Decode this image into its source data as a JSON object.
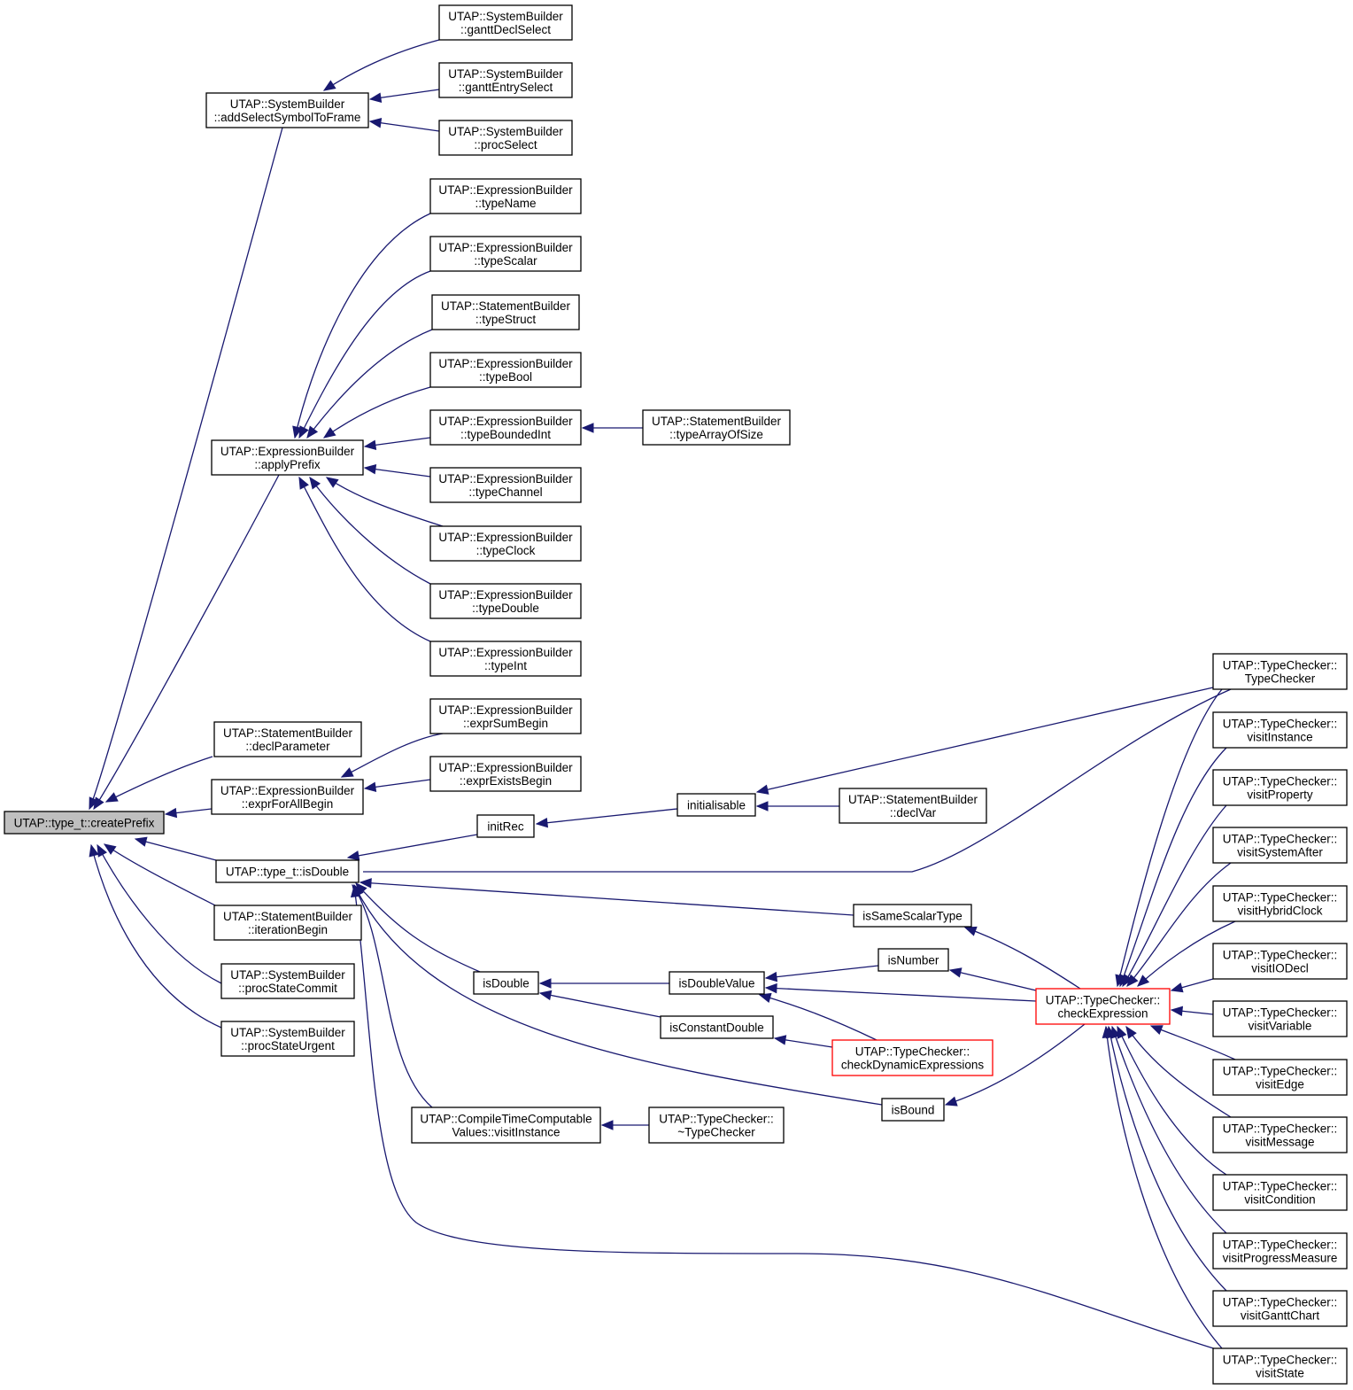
{
  "diagram": {
    "colors": {
      "edge": "#191970",
      "node_border": "#000000",
      "node_border_truncated": "#ff0000",
      "root_fill": "#bfbfbf",
      "node_fill": "#ffffff"
    },
    "nodes": {
      "createPrefix": [
        "UTAP::type_t::createPrefix"
      ],
      "addSelectSymbolToFrame": [
        "UTAP::SystemBuilder",
        "::addSelectSymbolToFrame"
      ],
      "ganttDeclSelect": [
        "UTAP::SystemBuilder",
        "::ganttDeclSelect"
      ],
      "ganttEntrySelect": [
        "UTAP::SystemBuilder",
        "::ganttEntrySelect"
      ],
      "procSelect": [
        "UTAP::SystemBuilder",
        "::procSelect"
      ],
      "applyPrefix": [
        "UTAP::ExpressionBuilder",
        "::applyPrefix"
      ],
      "typeName": [
        "UTAP::ExpressionBuilder",
        "::typeName"
      ],
      "typeScalar": [
        "UTAP::ExpressionBuilder",
        "::typeScalar"
      ],
      "typeStruct": [
        "UTAP::StatementBuilder",
        "::typeStruct"
      ],
      "typeBool": [
        "UTAP::ExpressionBuilder",
        "::typeBool"
      ],
      "typeBoundedInt": [
        "UTAP::ExpressionBuilder",
        "::typeBoundedInt"
      ],
      "typeArrayOfSize": [
        "UTAP::StatementBuilder",
        "::typeArrayOfSize"
      ],
      "typeChannel": [
        "UTAP::ExpressionBuilder",
        "::typeChannel"
      ],
      "typeClock": [
        "UTAP::ExpressionBuilder",
        "::typeClock"
      ],
      "typeDouble": [
        "UTAP::ExpressionBuilder",
        "::typeDouble"
      ],
      "typeInt": [
        "UTAP::ExpressionBuilder",
        "::typeInt"
      ],
      "declParameter": [
        "UTAP::StatementBuilder",
        "::declParameter"
      ],
      "exprForAllBegin": [
        "UTAP::ExpressionBuilder",
        "::exprForAllBegin"
      ],
      "exprSumBegin": [
        "UTAP::ExpressionBuilder",
        "::exprSumBegin"
      ],
      "exprExistsBegin": [
        "UTAP::ExpressionBuilder",
        "::exprExistsBegin"
      ],
      "isDoubleT": [
        "UTAP::type_t::isDouble"
      ],
      "iterationBegin": [
        "UTAP::StatementBuilder",
        "::iterationBegin"
      ],
      "procStateCommit": [
        "UTAP::SystemBuilder",
        "::procStateCommit"
      ],
      "procStateUrgent": [
        "UTAP::SystemBuilder",
        "::procStateUrgent"
      ],
      "initRec": [
        "initRec"
      ],
      "initialisable": [
        "initialisable"
      ],
      "declVar": [
        "UTAP::StatementBuilder",
        "::declVar"
      ],
      "isSameScalarType": [
        "isSameScalarType"
      ],
      "isDouble": [
        "isDouble"
      ],
      "isDoubleValue": [
        "isDoubleValue"
      ],
      "isNumber": [
        "isNumber"
      ],
      "isConstantDouble": [
        "isConstantDouble"
      ],
      "checkDynamicExpressions": [
        "UTAP::TypeChecker::",
        "checkDynamicExpressions"
      ],
      "isBound": [
        "isBound"
      ],
      "ctcVisitInstance": [
        "UTAP::CompileTimeComputable",
        "Values::visitInstance"
      ],
      "tcDestructor": [
        "UTAP::TypeChecker::",
        "~TypeChecker"
      ],
      "checkExpression": [
        "UTAP::TypeChecker::",
        "checkExpression"
      ],
      "tcTypeChecker": [
        "UTAP::TypeChecker::",
        "TypeChecker"
      ],
      "visitInstance": [
        "UTAP::TypeChecker::",
        "visitInstance"
      ],
      "visitProperty": [
        "UTAP::TypeChecker::",
        "visitProperty"
      ],
      "visitSystemAfter": [
        "UTAP::TypeChecker::",
        "visitSystemAfter"
      ],
      "visitHybridClock": [
        "UTAP::TypeChecker::",
        "visitHybridClock"
      ],
      "visitIODecl": [
        "UTAP::TypeChecker::",
        "visitIODecl"
      ],
      "visitVariable": [
        "UTAP::TypeChecker::",
        "visitVariable"
      ],
      "visitEdge": [
        "UTAP::TypeChecker::",
        "visitEdge"
      ],
      "visitMessage": [
        "UTAP::TypeChecker::",
        "visitMessage"
      ],
      "visitCondition": [
        "UTAP::TypeChecker::",
        "visitCondition"
      ],
      "visitProgressMeasure": [
        "UTAP::TypeChecker::",
        "visitProgressMeasure"
      ],
      "visitGanttChart": [
        "UTAP::TypeChecker::",
        "visitGanttChart"
      ],
      "visitState": [
        "UTAP::TypeChecker::",
        "visitState"
      ]
    },
    "edges": [
      [
        "addSelectSymbolToFrame",
        "createPrefix"
      ],
      [
        "applyPrefix",
        "createPrefix"
      ],
      [
        "declParameter",
        "createPrefix"
      ],
      [
        "exprForAllBegin",
        "createPrefix"
      ],
      [
        "isDoubleT",
        "createPrefix"
      ],
      [
        "iterationBegin",
        "createPrefix"
      ],
      [
        "procStateCommit",
        "createPrefix"
      ],
      [
        "procStateUrgent",
        "createPrefix"
      ],
      [
        "ganttDeclSelect",
        "addSelectSymbolToFrame"
      ],
      [
        "ganttEntrySelect",
        "addSelectSymbolToFrame"
      ],
      [
        "procSelect",
        "addSelectSymbolToFrame"
      ],
      [
        "typeName",
        "applyPrefix"
      ],
      [
        "typeScalar",
        "applyPrefix"
      ],
      [
        "typeStruct",
        "applyPrefix"
      ],
      [
        "typeBool",
        "applyPrefix"
      ],
      [
        "typeBoundedInt",
        "applyPrefix"
      ],
      [
        "typeChannel",
        "applyPrefix"
      ],
      [
        "typeClock",
        "applyPrefix"
      ],
      [
        "typeDouble",
        "applyPrefix"
      ],
      [
        "typeInt",
        "applyPrefix"
      ],
      [
        "typeArrayOfSize",
        "typeBoundedInt"
      ],
      [
        "exprSumBegin",
        "exprForAllBegin"
      ],
      [
        "exprExistsBegin",
        "exprForAllBegin"
      ],
      [
        "initRec",
        "isDoubleT"
      ],
      [
        "tcTypeChecker",
        "isDoubleT"
      ],
      [
        "isSameScalarType",
        "isDoubleT"
      ],
      [
        "isDouble",
        "isDoubleT"
      ],
      [
        "isBound",
        "isDoubleT"
      ],
      [
        "ctcVisitInstance",
        "isDoubleT"
      ],
      [
        "visitState",
        "isDoubleT"
      ],
      [
        "initialisable",
        "initRec"
      ],
      [
        "tcTypeChecker",
        "initialisable"
      ],
      [
        "declVar",
        "initialisable"
      ],
      [
        "isDoubleValue",
        "isDouble"
      ],
      [
        "isConstantDouble",
        "isDouble"
      ],
      [
        "isNumber",
        "isDoubleValue"
      ],
      [
        "checkExpression",
        "isDoubleValue"
      ],
      [
        "checkDynamicExpressions",
        "isDoubleValue"
      ],
      [
        "checkDynamicExpressions",
        "isConstantDouble"
      ],
      [
        "checkExpression",
        "isNumber"
      ],
      [
        "checkExpression",
        "isSameScalarType"
      ],
      [
        "checkExpression",
        "isBound"
      ],
      [
        "tcDestructor",
        "ctcVisitInstance"
      ],
      [
        "tcTypeChecker",
        "checkExpression"
      ],
      [
        "visitInstance",
        "checkExpression"
      ],
      [
        "visitProperty",
        "checkExpression"
      ],
      [
        "visitSystemAfter",
        "checkExpression"
      ],
      [
        "visitHybridClock",
        "checkExpression"
      ],
      [
        "visitIODecl",
        "checkExpression"
      ],
      [
        "visitVariable",
        "checkExpression"
      ],
      [
        "visitEdge",
        "checkExpression"
      ],
      [
        "visitMessage",
        "checkExpression"
      ],
      [
        "visitCondition",
        "checkExpression"
      ],
      [
        "visitProgressMeasure",
        "checkExpression"
      ],
      [
        "visitGanttChart",
        "checkExpression"
      ],
      [
        "visitState",
        "checkExpression"
      ]
    ]
  }
}
